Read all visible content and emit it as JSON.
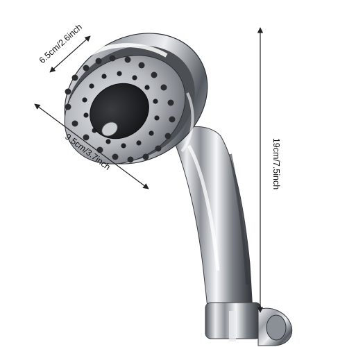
{
  "dimensions": {
    "head_diameter": "6.5cm/2.6inch",
    "head_width": "9.5cm/3.7inch",
    "total_length": "19cm/7.5inch"
  },
  "colors": {
    "background": "#ffffff",
    "dimension_line": "#222222",
    "chrome_light": "#f4f5f7",
    "chrome_mid": "#a9adb3",
    "chrome_dark": "#2f3236",
    "nozzle_face": "#1c1d20"
  },
  "product": {
    "type": "handheld-shower-head",
    "finish": "chrome"
  }
}
